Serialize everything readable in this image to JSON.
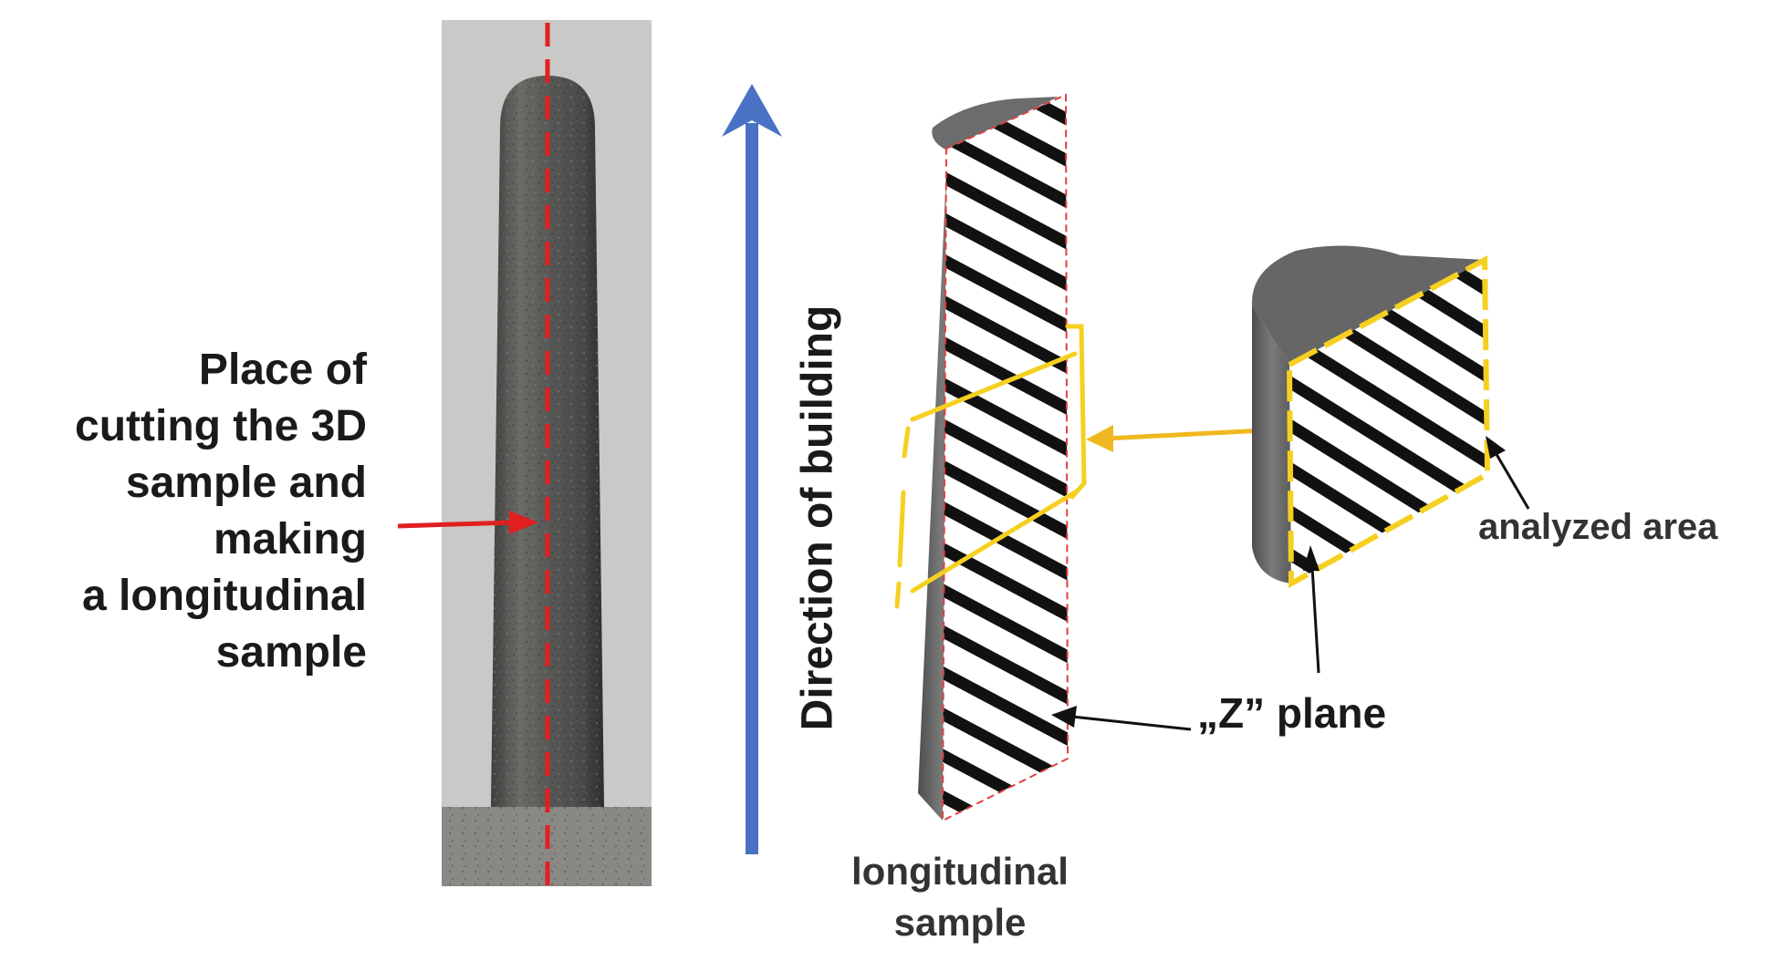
{
  "labels": {
    "cut": "Place of\ncutting the 3D\nsample and\nmaking\na longitudinal\nsample",
    "direction": "Direction of building",
    "longitudinal": "longitudinal\nsample",
    "z_plane": "„Z” plane",
    "analyzed_area": "analyzed area"
  },
  "colors": {
    "cut_line": "#e02020",
    "direction_arrow": "#4a72c4",
    "section_outline": "#f5d020",
    "stripe_dark": "#111111",
    "stripe_light": "#ffffff",
    "solid_body": "#6e6e6e"
  }
}
